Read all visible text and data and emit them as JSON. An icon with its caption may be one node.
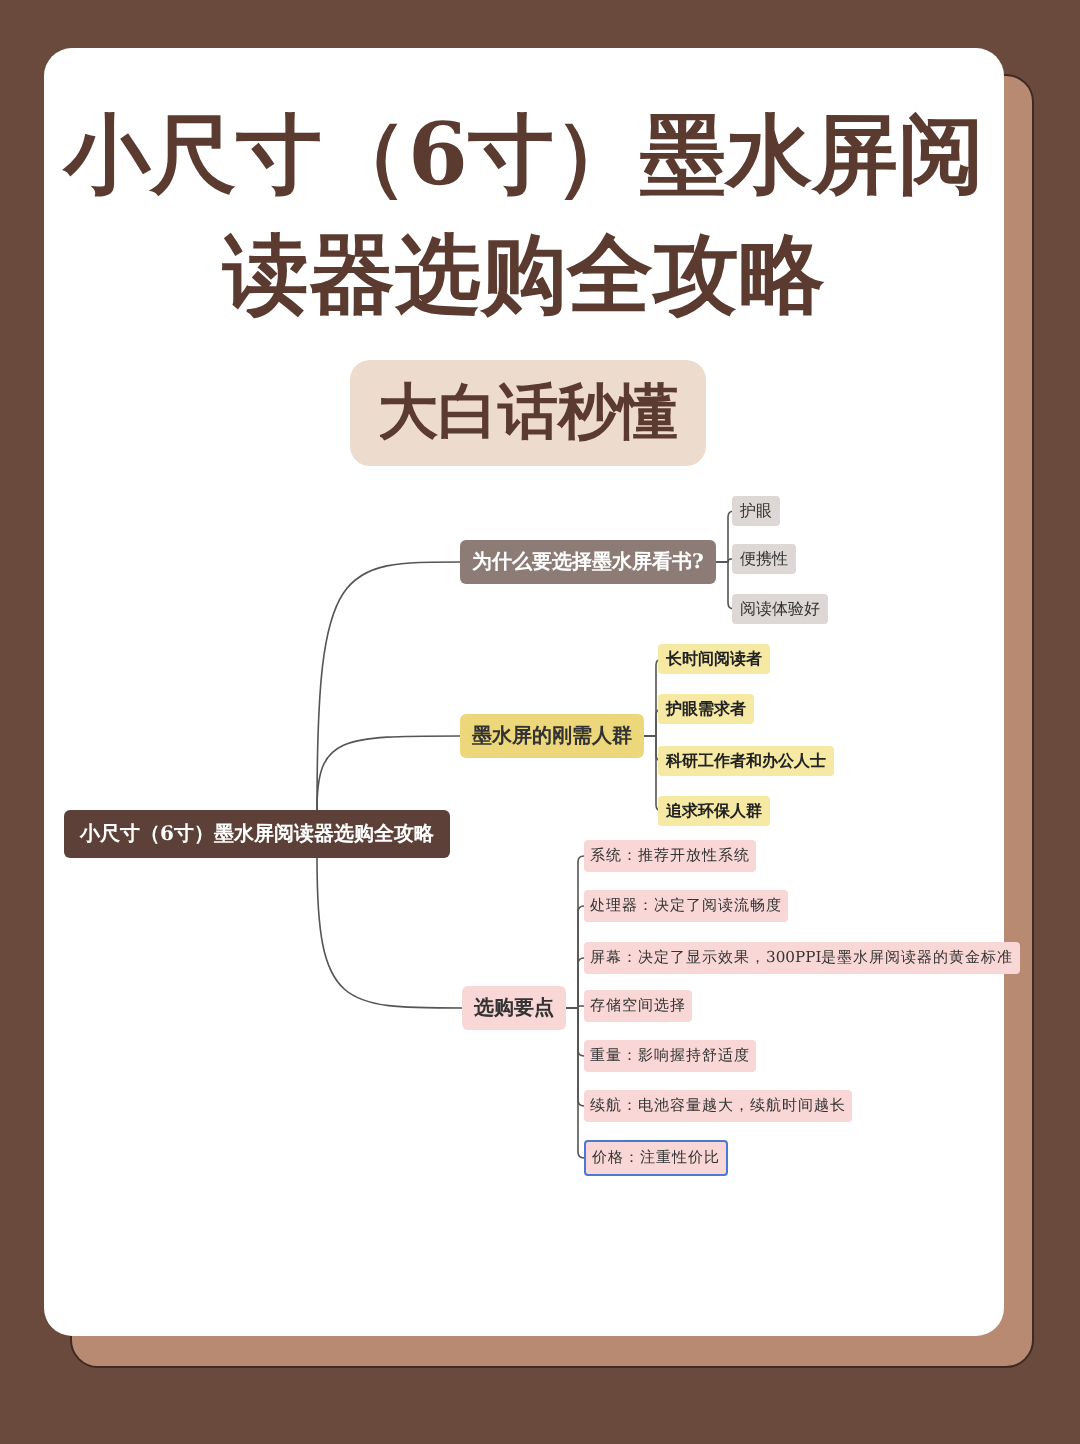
{
  "diagram": {
    "title": "小尺寸（6寸）墨水屏阅读器选购全攻略",
    "nodes": [
      {
        "text": [
          "大白话秒懂"
        ]
      },
      {
        "text": [
          "小尺寸（6寸）墨水屏阅读器选购全攻略"
        ]
      },
      {
        "text": [
          "为什么要选择墨水屏看书?"
        ]
      },
      {
        "text": [
          "护眼"
        ]
      },
      {
        "text": [
          "便携性"
        ]
      },
      {
        "text": [
          "阅读体验好"
        ]
      },
      {
        "text": [
          "墨水屏的刚需人群"
        ]
      },
      {
        "text": [
          "长时间阅读者"
        ]
      },
      {
        "text": [
          "护眼需求者"
        ]
      },
      {
        "text": [
          "科研工作者和办公人士"
        ]
      },
      {
        "text": [
          "追求环保人群"
        ]
      },
      {
        "text": [
          "选购要点"
        ]
      },
      {
        "text": [
          "系统：推荐开放性系统"
        ]
      },
      {
        "text": [
          "处理器：决定了阅读流畅度"
        ]
      },
      {
        "text": [
          "屏幕：决定了显示效果，300PPI是墨水屏阅读器的黄金标准"
        ]
      },
      {
        "text": [
          "存储空间选择"
        ]
      },
      {
        "text": [
          "重量：影响握持舒适度"
        ]
      },
      {
        "text": [
          "续航：电池容量越大，续航时间越长"
        ]
      },
      {
        "text": [
          "价格：注重性价比"
        ]
      }
    ],
    "edges": [
      {
        "from": 1,
        "to": 2,
        "arrow": "none"
      },
      {
        "from": 1,
        "to": 6,
        "arrow": "none"
      },
      {
        "from": 1,
        "to": 11,
        "arrow": "none"
      },
      {
        "from": 2,
        "to": 3,
        "arrow": "none"
      },
      {
        "from": 2,
        "to": 4,
        "arrow": "none"
      },
      {
        "from": 2,
        "to": 5,
        "arrow": "none"
      },
      {
        "from": 6,
        "to": 7,
        "arrow": "none"
      },
      {
        "from": 6,
        "to": 8,
        "arrow": "none"
      },
      {
        "from": 6,
        "to": 9,
        "arrow": "none"
      },
      {
        "from": 6,
        "to": 10,
        "arrow": "none"
      },
      {
        "from": 11,
        "to": 12,
        "arrow": "none"
      },
      {
        "from": 11,
        "to": 13,
        "arrow": "none"
      },
      {
        "from": 11,
        "to": 14,
        "arrow": "none"
      },
      {
        "from": 11,
        "to": 15,
        "arrow": "none"
      },
      {
        "from": 11,
        "to": 16,
        "arrow": "none"
      },
      {
        "from": 11,
        "to": 17,
        "arrow": "none"
      },
      {
        "from": 11,
        "to": 18,
        "arrow": "none"
      }
    ]
  }
}
